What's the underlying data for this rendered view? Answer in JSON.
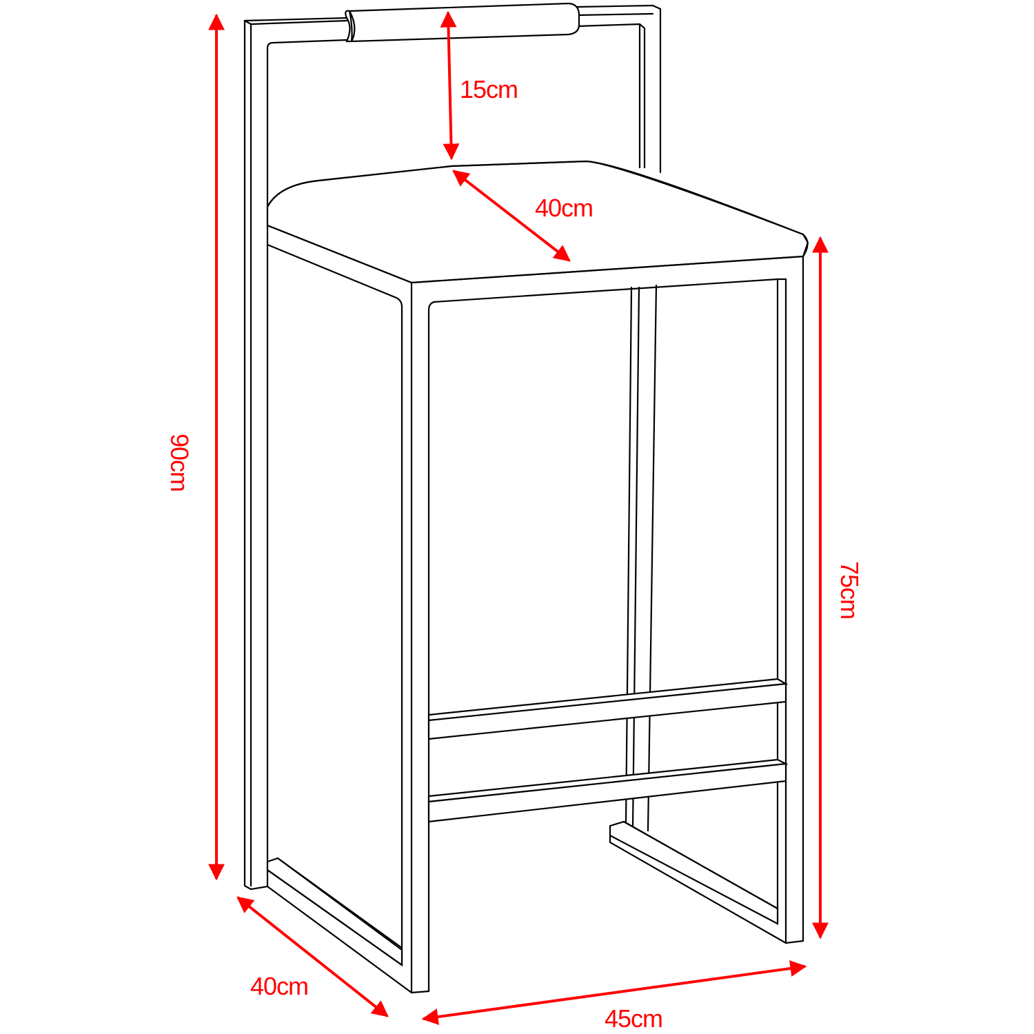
{
  "diagram": {
    "subject": "bar stool with backrest",
    "line_color": "#000000",
    "dimension_color": "#ff0000",
    "background": "#ffffff"
  },
  "dimensions": {
    "total_height": {
      "label": "90cm",
      "orientation": "vertical-rotated"
    },
    "seat_height": {
      "label": "75cm",
      "orientation": "vertical-rotated"
    },
    "backrest_gap": {
      "label": "15cm",
      "orientation": "horizontal"
    },
    "seat_depth": {
      "label": "40cm",
      "orientation": "horizontal"
    },
    "base_depth": {
      "label": "40cm",
      "orientation": "horizontal"
    },
    "base_width": {
      "label": "45cm",
      "orientation": "horizontal"
    }
  }
}
